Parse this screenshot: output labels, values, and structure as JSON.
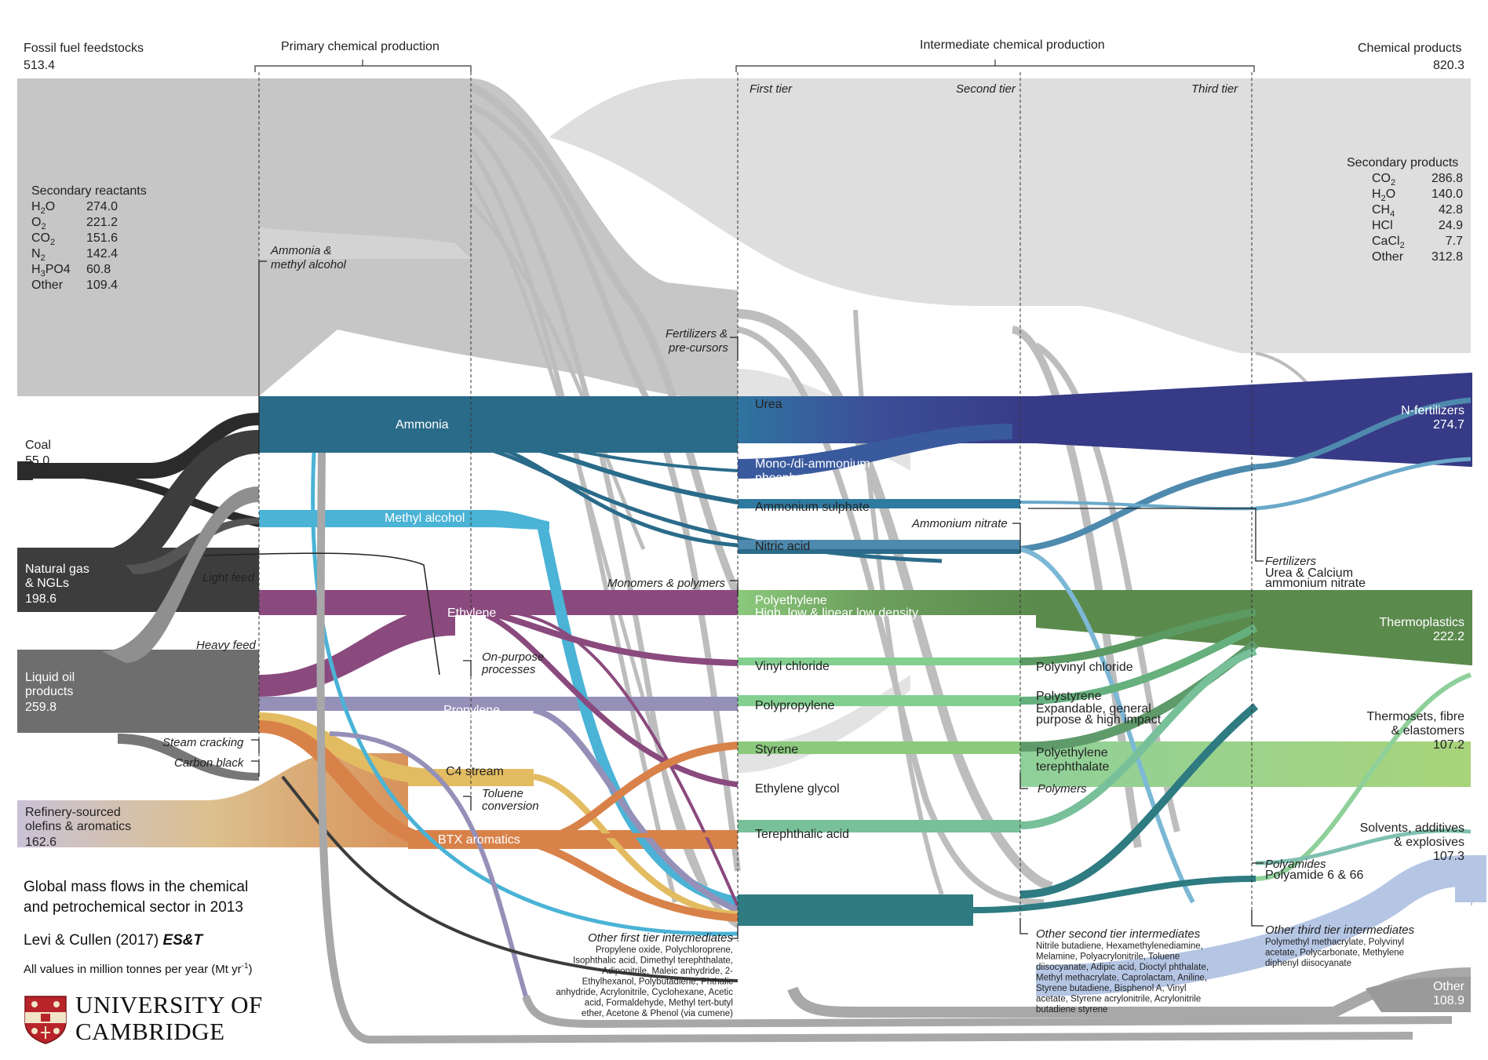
{
  "headers": {
    "feedstocks": "Fossil fuel feedstocks",
    "feedstocks_total": "513.4",
    "primary": "Primary chemical production",
    "intermediate": "Intermediate chemical production",
    "products": "Chemical products",
    "products_total": "820.3",
    "first_tier": "First tier",
    "second_tier": "Second tier",
    "third_tier": "Third tier"
  },
  "secondary_reactants": {
    "title": "Secondary reactants",
    "items": [
      {
        "name": "H2O",
        "base": "H",
        "sub": "2",
        "tail": "O",
        "value": "274.0"
      },
      {
        "name": "O2",
        "base": "O",
        "sub": "2",
        "tail": "",
        "value": "221.2"
      },
      {
        "name": "CO2",
        "base": "CO",
        "sub": "2",
        "tail": "",
        "value": "151.6"
      },
      {
        "name": "N2",
        "base": "N",
        "sub": "2",
        "tail": "",
        "value": "142.4"
      },
      {
        "name": "H3PO4",
        "base": "H",
        "sub": "3",
        "tail": "PO4",
        "value": "60.8"
      },
      {
        "name": "Other",
        "base": "Other",
        "sub": "",
        "tail": "",
        "value": "109.4"
      }
    ]
  },
  "secondary_products": {
    "title": "Secondary products",
    "items": [
      {
        "name": "CO2",
        "base": "CO",
        "sub": "2",
        "tail": "",
        "value": "286.8"
      },
      {
        "name": "H2O",
        "base": "H",
        "sub": "2",
        "tail": "O",
        "value": "140.0"
      },
      {
        "name": "CH4",
        "base": "CH",
        "sub": "4",
        "tail": "",
        "value": "42.8"
      },
      {
        "name": "HCl",
        "base": "HCl",
        "sub": "",
        "tail": "",
        "value": "24.9"
      },
      {
        "name": "CaCl2",
        "base": "CaCl",
        "sub": "2",
        "tail": "",
        "value": "7.7"
      },
      {
        "name": "Other",
        "base": "Other",
        "sub": "",
        "tail": "",
        "value": "312.8"
      }
    ]
  },
  "feedstocks": [
    {
      "name": "Coal",
      "value": "55.0"
    },
    {
      "name_lines": [
        "Natural gas",
        "& NGLs"
      ],
      "value": "198.6"
    },
    {
      "name_lines": [
        "Liquid oil",
        "products"
      ],
      "value": "259.8"
    },
    {
      "name_lines": [
        "Refinery-sourced",
        "olefins & aromatics"
      ],
      "value": "162.6"
    }
  ],
  "primary_labels": {
    "ammonia": "Ammonia",
    "methyl_alcohol": "Methyl alcohol",
    "ethylene": "Ethylene",
    "propylene": "Propylene",
    "c4": "C4 stream",
    "btx": "BTX aromatics",
    "ammonia_methyl_group": [
      "Ammonia &",
      "methyl alcohol"
    ],
    "light_feed": "Light feed",
    "heavy_feed": "Heavy feed",
    "steam_cracking": "Steam cracking",
    "carbon_black": "Carbon black",
    "on_purpose": [
      "On-purpose",
      "processes"
    ],
    "toluene": [
      "Toluene",
      "conversion"
    ]
  },
  "first_tier": {
    "fertilizers_group": [
      "Fertilizers &",
      "pre-cursors"
    ],
    "monomers_group": "Monomers & polymers",
    "urea": "Urea",
    "map": [
      "Mono-/di-ammonium",
      "phosphate"
    ],
    "ammonium_sulphate": "Ammonium sulphate",
    "nitric_acid": "Nitric acid",
    "polyethylene": "Polyethylene",
    "polyethylene_sub": "High, low & linear low density",
    "vinyl_chloride": "Vinyl chloride",
    "polypropylene": "Polypropylene",
    "styrene": "Styrene",
    "ethylene_glycol": "Ethylene glycol",
    "terephthalic": "Terephthalic acid",
    "other_title": "Other first tier intermediates",
    "other_lines": [
      "Propylene oxide, Polychloroprene,",
      "Isophthalic acid, Dimethyl terephthalate,",
      "Adiponitrile, Maleic anhydride, 2-",
      "Ethylhexanol, Polybutadiene, Phthalic",
      "anhydride, Acrylonitrile, Cyclohexane, Acetic",
      "acid, Formaldehyde, Methyl tert-butyl",
      "ether, Acetone & Phenol (via cumene)"
    ]
  },
  "second_tier": {
    "ammonium_nitrate": "Ammonium nitrate",
    "pvc": "Polyvinyl chloride",
    "polystyrene": "Polystyrene",
    "polystyrene_sub": [
      "Expandable, general",
      "purpose & high impact"
    ],
    "pet": [
      "Polyethylene",
      "terephthalate"
    ],
    "polymers_group": "Polymers",
    "other_title": "Other second tier intermediates",
    "other_lines": [
      "Nitrile butadiene, Hexamethylenediamine,",
      "Melamine, Polyacrylonitrile, Toluene",
      "diisocyanate, Adipic acid, Dioctyl phthalate,",
      "Methyl methacrylate, Caprolactam, Aniline,",
      "Styrene butadiene, Bisphenol A, Vinyl",
      "acetate, Styrene acrylonitrile, Acrylonitrile",
      "butadiene styrene"
    ]
  },
  "third_tier": {
    "fertilizers": "Fertilizers",
    "fertilizers_sub": [
      "Urea & Calcium",
      "ammonium nitrate"
    ],
    "polyamides": "Polyamides",
    "polyamides_sub": "Polyamide 6 & 66",
    "other_title": "Other third tier intermediates",
    "other_lines": [
      "Polymethyl methacrylate, Polyvinyl",
      "acetate, Polycarbonate, Methylene",
      "diphenyl diisocyanate"
    ]
  },
  "products": [
    {
      "name_lines": [
        "N-fertilizers"
      ],
      "value": "274.7"
    },
    {
      "name_lines": [
        "Thermoplastics"
      ],
      "value": "222.2"
    },
    {
      "name_lines": [
        "Thermosets, fibre",
        "& elastomers"
      ],
      "value": "107.2"
    },
    {
      "name_lines": [
        "Solvents, additives",
        "& explosives"
      ],
      "value": "107.3"
    },
    {
      "name_lines": [
        "Other"
      ],
      "value": "108.9"
    }
  ],
  "footer": {
    "title_lines": [
      "Global mass flows in the chemical",
      "and petrochemical sector in 2013"
    ],
    "citation_authors": "Levi & Cullen (2017)",
    "citation_journal": "ES&T",
    "units_prefix": "All values in million tonnes per year (Mt yr",
    "units_sup": "-1",
    "units_suffix": ")",
    "university_lines": [
      "UNIVERSITY OF",
      "CAMBRIDGE"
    ]
  },
  "colors": {
    "grey_flow": "#c9c9c9",
    "light_grey_flow": "#dedede",
    "coal": "#2b2b2b",
    "natural_gas": "#3d3d3d",
    "liquid_oil": "#6e6e6e",
    "ammonia": "#2a6b8a",
    "methyl_alcohol": "#4ab3d6",
    "ethylene": "#8a4a7e",
    "propylene": "#9590b8",
    "c4": "#e3bc62",
    "btx": "#d8824a",
    "n_fertilizers": "#373a86",
    "thermoplastics": "#5b8a4d",
    "thermosets": "#a8d47a",
    "solvents": "#b5c6e4",
    "other": "#9a9a9a"
  }
}
